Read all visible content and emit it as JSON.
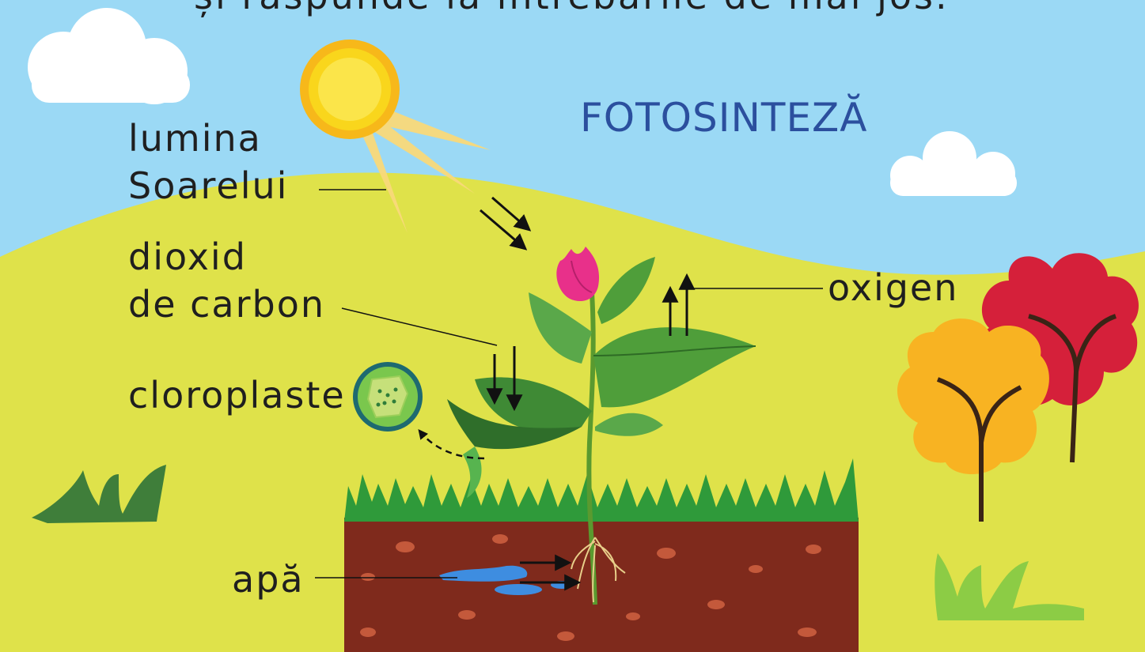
{
  "header": {
    "instruction_fragment": "și răspunde la întrebările de mai jos."
  },
  "diagram": {
    "title": "FOTOSINTEZĂ",
    "labels": {
      "sunlight_line1": "lumina",
      "sunlight_line2": "Soarelui",
      "co2_line1": "dioxid",
      "co2_line2": "de carbon",
      "oxygen": "oxigen",
      "chloroplasts": "cloroplaste",
      "water": "apă"
    }
  },
  "colors": {
    "sky": "#9bd9f5",
    "hill": "#dfe24a",
    "soil": "#7f2a1c",
    "grass": "#2f9a3a",
    "title": "#2b4f9e",
    "sun": "#f7d21a",
    "tree_red": "#d5203a",
    "tree_orange": "#f8b322"
  }
}
